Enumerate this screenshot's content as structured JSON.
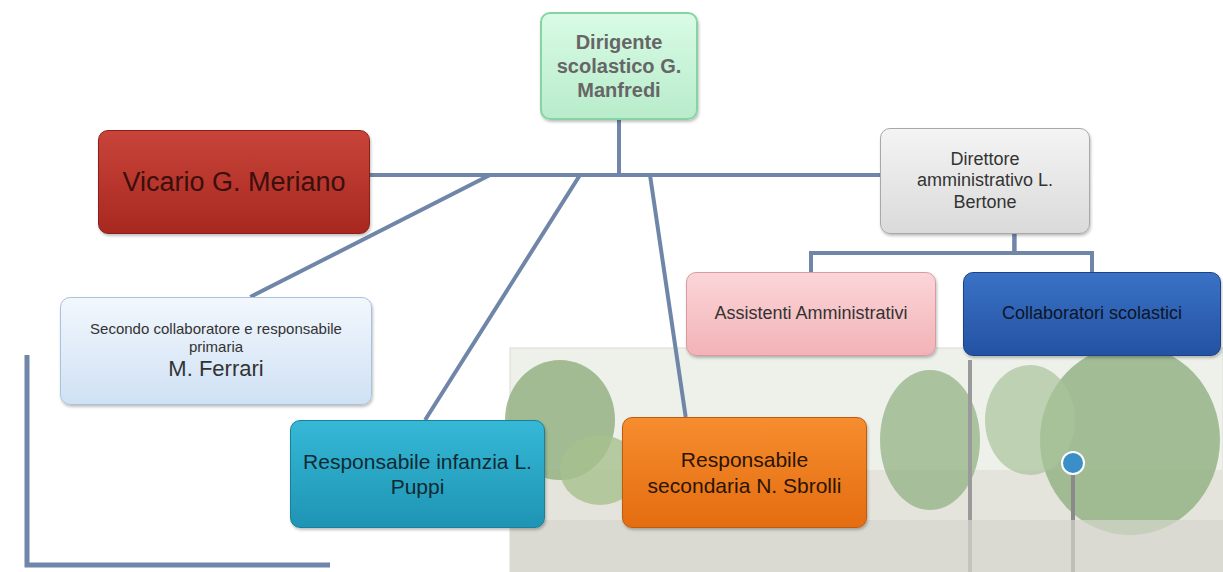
{
  "diagram": {
    "nodes": [
      {
        "text": [
          "Dirigente scolastico G. Manfredi"
        ]
      },
      {
        "text": [
          "Vicario G. Meriano"
        ]
      },
      {
        "text": [
          "Direttore amministrativo L. Bertone"
        ]
      },
      {
        "text": [
          "Secondo collaboratore e responsabile primaria",
          "M. Ferrari"
        ]
      },
      {
        "text": [
          "Assistenti Amministrativi"
        ]
      },
      {
        "text": [
          "Collaboratori scolastici"
        ]
      },
      {
        "text": [
          "Responsabile infanzia L. Puppi"
        ]
      },
      {
        "text": [
          "Responsabile secondaria N. Sbrolli"
        ]
      }
    ],
    "edges": [
      {
        "from": 0,
        "to": 1,
        "arrow": "none"
      },
      {
        "from": 0,
        "to": 3,
        "arrow": "none"
      },
      {
        "from": 0,
        "to": 6,
        "arrow": "none"
      },
      {
        "from": 0,
        "to": 7,
        "arrow": "none"
      },
      {
        "from": 0,
        "to": 2,
        "arrow": "none"
      },
      {
        "from": 2,
        "to": 4,
        "arrow": "none"
      },
      {
        "from": 2,
        "to": 5,
        "arrow": "none"
      }
    ]
  }
}
